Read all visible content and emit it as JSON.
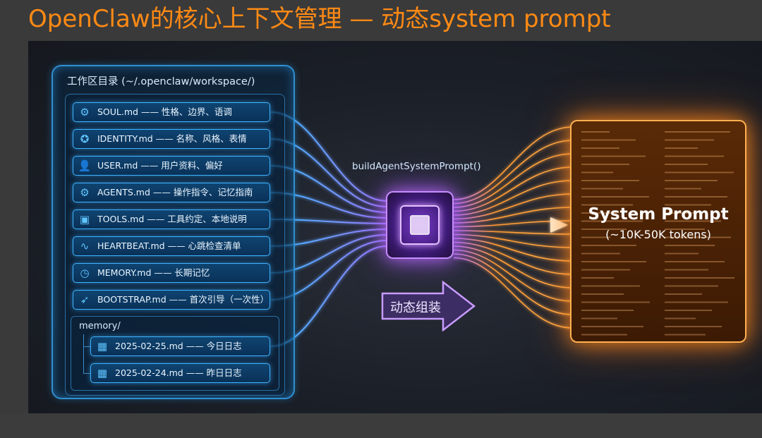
{
  "title": "OpenClaw的核心上下文管理 — 动态system prompt",
  "workspace": {
    "title": "工作区目录 (~/.openclaw/workspace/)",
    "files": [
      {
        "icon": "brain-icon",
        "glyph": "⚙",
        "label": "SOUL.md —— 性格、边界、语调"
      },
      {
        "icon": "badge-icon",
        "glyph": "✪",
        "label": "IDENTITY.md —— 名称、风格、表情"
      },
      {
        "icon": "user-icon",
        "glyph": "👤",
        "label": "USER.md —— 用户资料、偏好"
      },
      {
        "icon": "gears-icon",
        "glyph": "⚙",
        "label": "AGENTS.md —— 操作指令、记忆指南"
      },
      {
        "icon": "toolbox-icon",
        "glyph": "▣",
        "label": "TOOLS.md —— 工具约定、本地说明"
      },
      {
        "icon": "heartbeat-icon",
        "glyph": "∿",
        "label": "HEARTBEAT.md —— 心跳检查清单"
      },
      {
        "icon": "clock-icon",
        "glyph": "◷",
        "label": "MEMORY.md —— 长期记忆"
      },
      {
        "icon": "rocket-icon",
        "glyph": "➶",
        "label": "BOOTSTRAP.md —— 首次引导（一次性）"
      }
    ],
    "memory": {
      "label": "memory/",
      "files": [
        {
          "icon": "calendar-icon",
          "glyph": "▦",
          "label": "2025-02-25.md —— 今日日志"
        },
        {
          "icon": "calendar-icon",
          "glyph": "▦",
          "label": "2025-02-24.md —— 昨日日志"
        }
      ]
    }
  },
  "builder": {
    "label": "buildAgentSystemPrompt()"
  },
  "assemble": {
    "label": "动态组装"
  },
  "system_prompt": {
    "title": "System Prompt",
    "subtitle": "(~10K-50K tokens)"
  },
  "colors": {
    "title": "#ff8a14",
    "file_border": "#3eb4ff",
    "chip": "#c78cff",
    "prompt": "#ffb050"
  }
}
